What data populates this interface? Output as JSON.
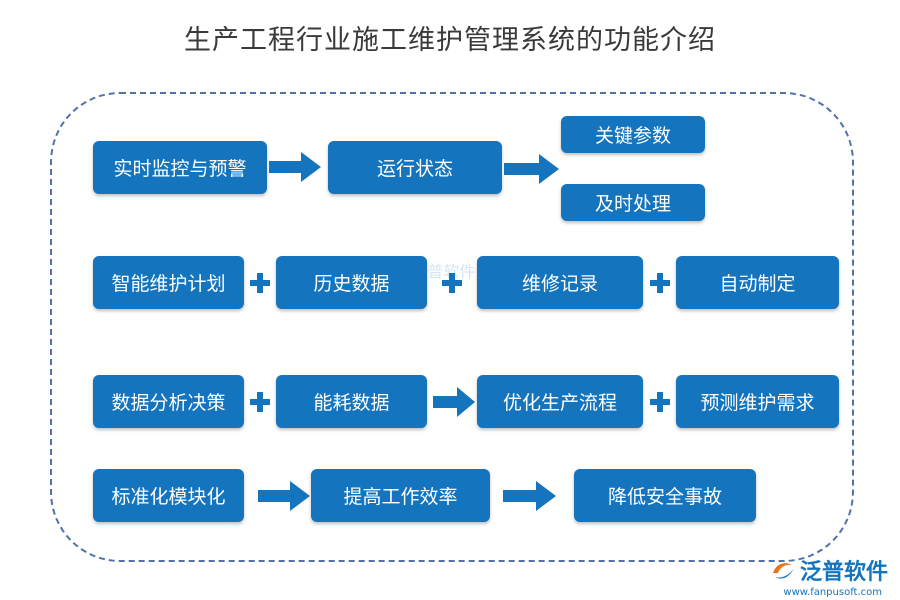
{
  "title": "生产工程行业施工维护管理系统的功能介绍",
  "colors": {
    "box": "#1474be",
    "frame": "#4f73a8"
  },
  "rows": [
    [
      "实时监控与预警",
      "运行状态",
      "关键参数",
      "及时处理"
    ],
    [
      "智能维护计划",
      "历史数据",
      "维修记录",
      "自动制定"
    ],
    [
      "数据分析决策",
      "能耗数据",
      "优化生产流程",
      "预测维护需求"
    ],
    [
      "标准化模块化",
      "提高工作效率",
      "降低安全事故"
    ]
  ],
  "watermark": "泛普软件",
  "logo": {
    "name": "泛普软件",
    "url": "www.fanpusoft.com"
  }
}
